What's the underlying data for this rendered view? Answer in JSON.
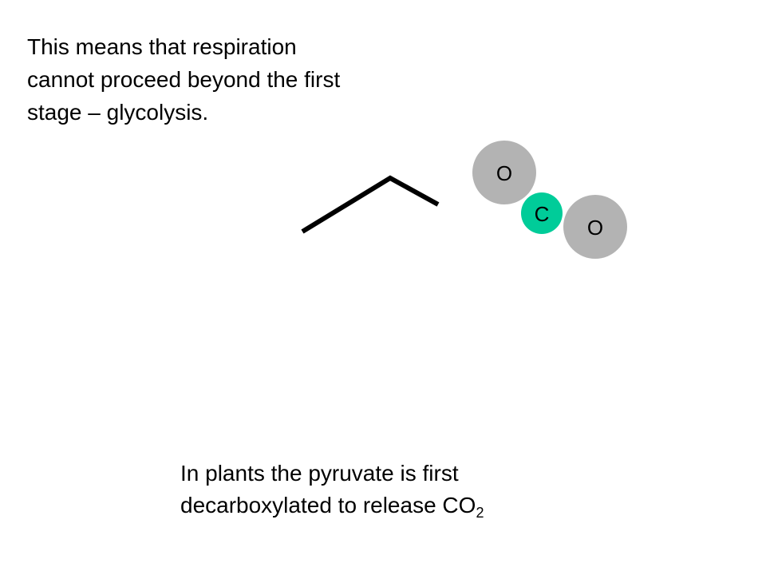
{
  "slide": {
    "intro_lines": [
      "This means that respiration",
      "cannot proceed beyond the first",
      "stage – glycolysis."
    ],
    "caption_line1": "In plants the pyruvate is first",
    "caption_line2_prefix": "decarboxylated to release CO",
    "caption_line2_subscript": "2"
  },
  "molecule": {
    "atoms": [
      {
        "name": "oxygen-atom-upper",
        "label": "O",
        "color": "#b3b3b3"
      },
      {
        "name": "carbon-atom",
        "label": "C",
        "color": "#00cc99"
      },
      {
        "name": "oxygen-atom-lower",
        "label": "O",
        "color": "#b3b3b3"
      }
    ]
  },
  "colors": {
    "text": "#000000",
    "oxygen": "#b3b3b3",
    "carbon": "#00cc99",
    "bond": "#000000"
  }
}
